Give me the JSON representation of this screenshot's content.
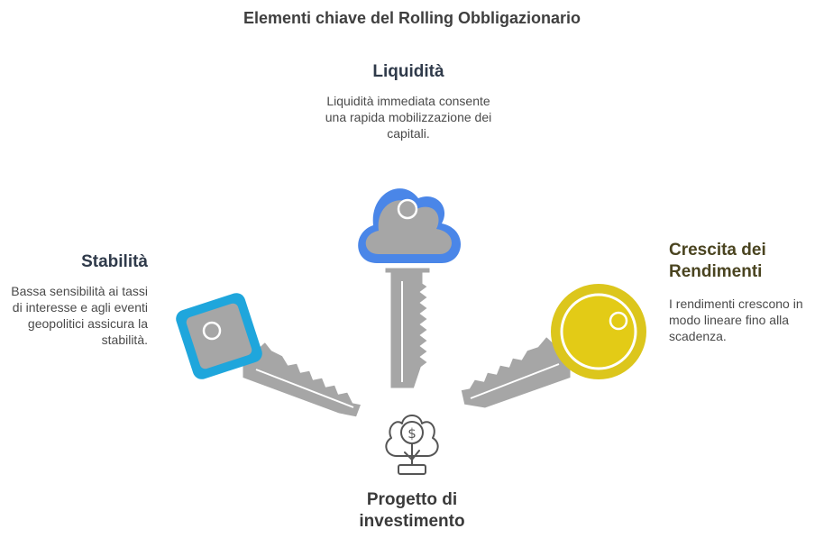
{
  "title": "Elementi chiave del Rolling Obbligazionario",
  "liquidita": {
    "title": "Liquidità",
    "description": "Liquidità immediata consente una rapida mobilizzazione dei capitali."
  },
  "stabilita": {
    "title": "Stabilità",
    "description": "Bassa sensibilità ai tassi di interesse e agli eventi geopolitici assicura la stabilità."
  },
  "crescita": {
    "title": "Crescita dei Rendimenti",
    "description": "I rendimenti crescono in modo lineare fino alla scadenza."
  },
  "progetto": {
    "title": "Progetto di investimento"
  },
  "colors": {
    "blue": "#4a86e8",
    "cyan": "#1fa6dc",
    "yellow": "#dcc61c",
    "key_gray": "#a6a6a6",
    "outline": "#ffffff"
  },
  "icons": [
    "cloud-key-icon",
    "square-key-icon",
    "round-key-icon",
    "money-tree-icon"
  ]
}
